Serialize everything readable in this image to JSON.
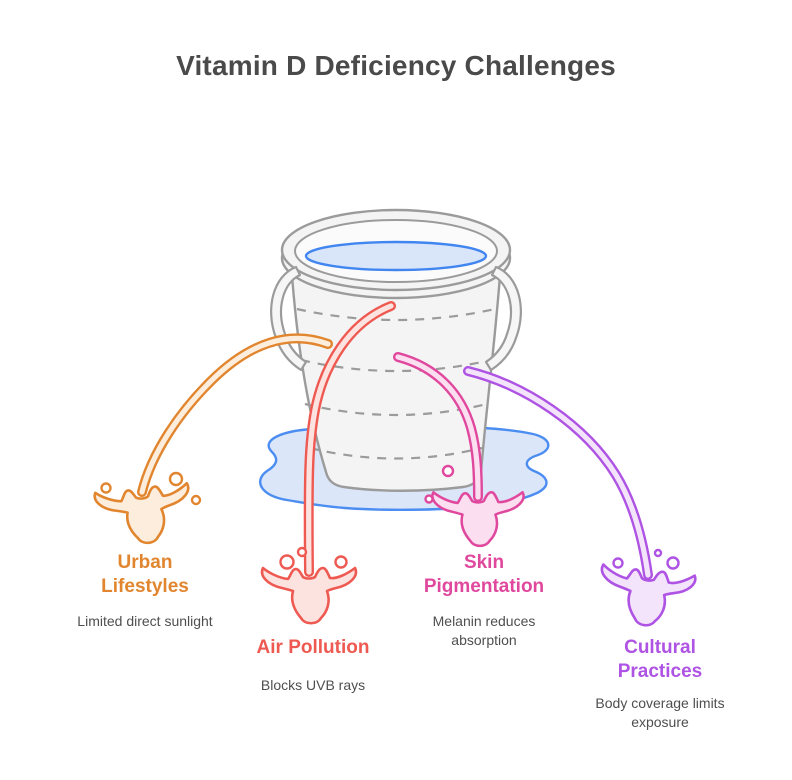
{
  "title": "Vitamin D Deficiency Challenges",
  "illustration": {
    "icon": "leaky-water-bucket-icon",
    "bucket_fill": "#F4F4F4",
    "bucket_stroke": "#9B9B9B",
    "water_fill": "#D9E5F9",
    "water_stroke": "#4186F0",
    "puddle_fill": "#DCE6F9",
    "puddle_stroke": "#4C8DF2"
  },
  "categories": [
    {
      "id": "urban-lifestyles",
      "label": "Urban Lifestyles",
      "description": "Limited direct sunlight",
      "color": "#E1862F",
      "fill": "#FCEDDC"
    },
    {
      "id": "air-pollution",
      "label": "Air Pollution",
      "description": "Blocks UVB rays",
      "color": "#EE5A52",
      "fill": "#FDE3E0"
    },
    {
      "id": "skin-pigmentation",
      "label": "Skin Pigmentation",
      "description": "Melanin reduces absorption",
      "color": "#E0489E",
      "fill": "#FBDEEF"
    },
    {
      "id": "cultural-practices",
      "label": "Cultural Practices",
      "description": "Body coverage limits exposure",
      "color": "#AE53E3",
      "fill": "#F3E3FB"
    }
  ]
}
